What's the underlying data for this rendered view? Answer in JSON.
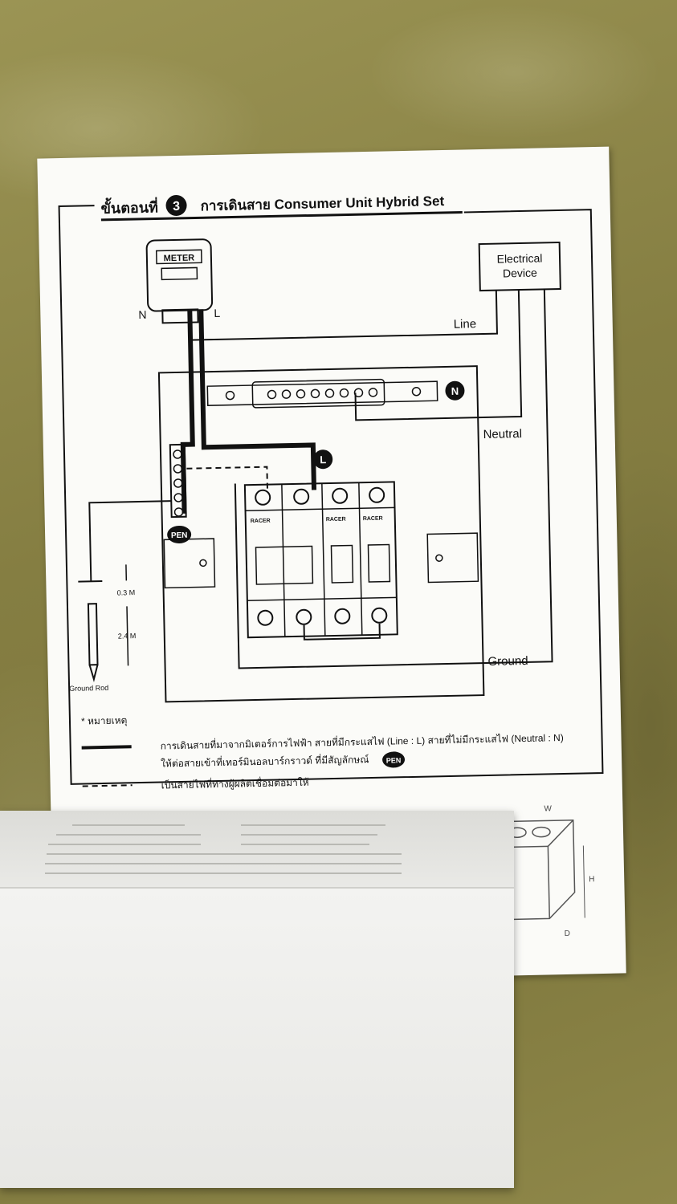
{
  "sheet": {
    "step_label": "ขั้นตอนที่",
    "step_number": "3",
    "title": "การเดินสาย Consumer Unit Hybrid Set",
    "meter_label": "METER",
    "n_label": "N",
    "l_label": "L",
    "electrical_device_line1": "Electrical",
    "electrical_device_line2": "Device",
    "line_label": "Line",
    "neutral_label": "Neutral",
    "ground_label": "Ground",
    "n_badge": "N",
    "l_badge": "L",
    "pen_badge": "PEN",
    "brand": "RACER",
    "dim_top": "0.3 M",
    "dim_rod": "2.4 M",
    "ground_rod_label": "Ground Rod",
    "note_title": "* หมายเหตุ",
    "note_solid_line1": "การเดินสายที่มาจากมิเตอร์การไฟฟ้า สายที่มีกระแสไฟ (Line : L) สายที่ไม่มีกระแสไฟ (Neutral : N)",
    "note_solid_line2": "ให้ต่อสายเข้าที่เทอร์มินอลบาร์กราวด์ ที่มีสัญลักษณ์",
    "note_pen_badge": "PEN",
    "note_dashed": "เป็นสายไฟที่ทางผู้ผลิตเชื่อมต่อมาให้",
    "dim_w": "W",
    "dim_h": "H",
    "dim_d": "D"
  },
  "colors": {
    "background_cloth": "#8a8346",
    "paper": "#fbfbf8",
    "ink": "#111111",
    "box": "#eeeeeb"
  }
}
